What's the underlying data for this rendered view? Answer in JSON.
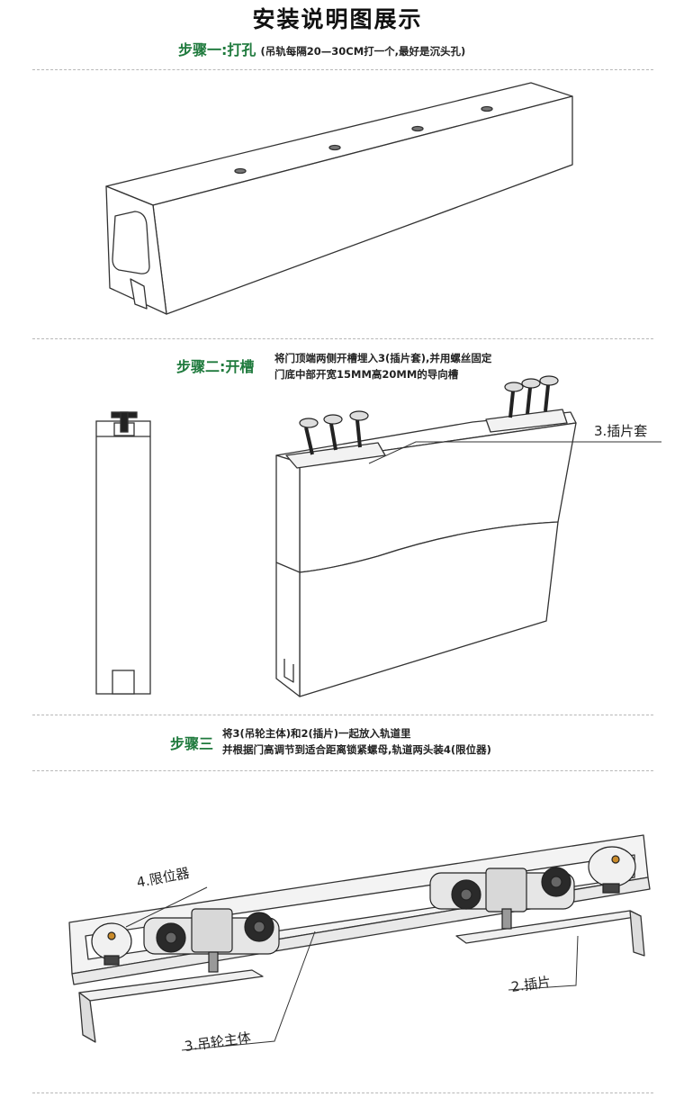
{
  "title": "安装说明图展示",
  "step1": {
    "label": "步骤一:打孔",
    "note": "(吊轨每隔20—30CM打一个,最好是沉头孔)"
  },
  "step2": {
    "label": "步骤二:开槽",
    "note_line1": "将门顶端两侧开槽埋入3(插片套),并用螺丝固定",
    "note_line2": "门底中部开宽15MM高20MM的导向槽",
    "callout": "3.插片套"
  },
  "step3": {
    "label": "步骤三",
    "note_line1": "将3(吊轮主体)和2(插片)一起放入轨道里",
    "note_line2": "并根据门高调节到适合距离锁紧螺母,轨道两头装4(限位器)",
    "callout_limiter": "4.限位器",
    "callout_insert": "2.插片",
    "callout_body": "3.吊轮主体"
  }
}
